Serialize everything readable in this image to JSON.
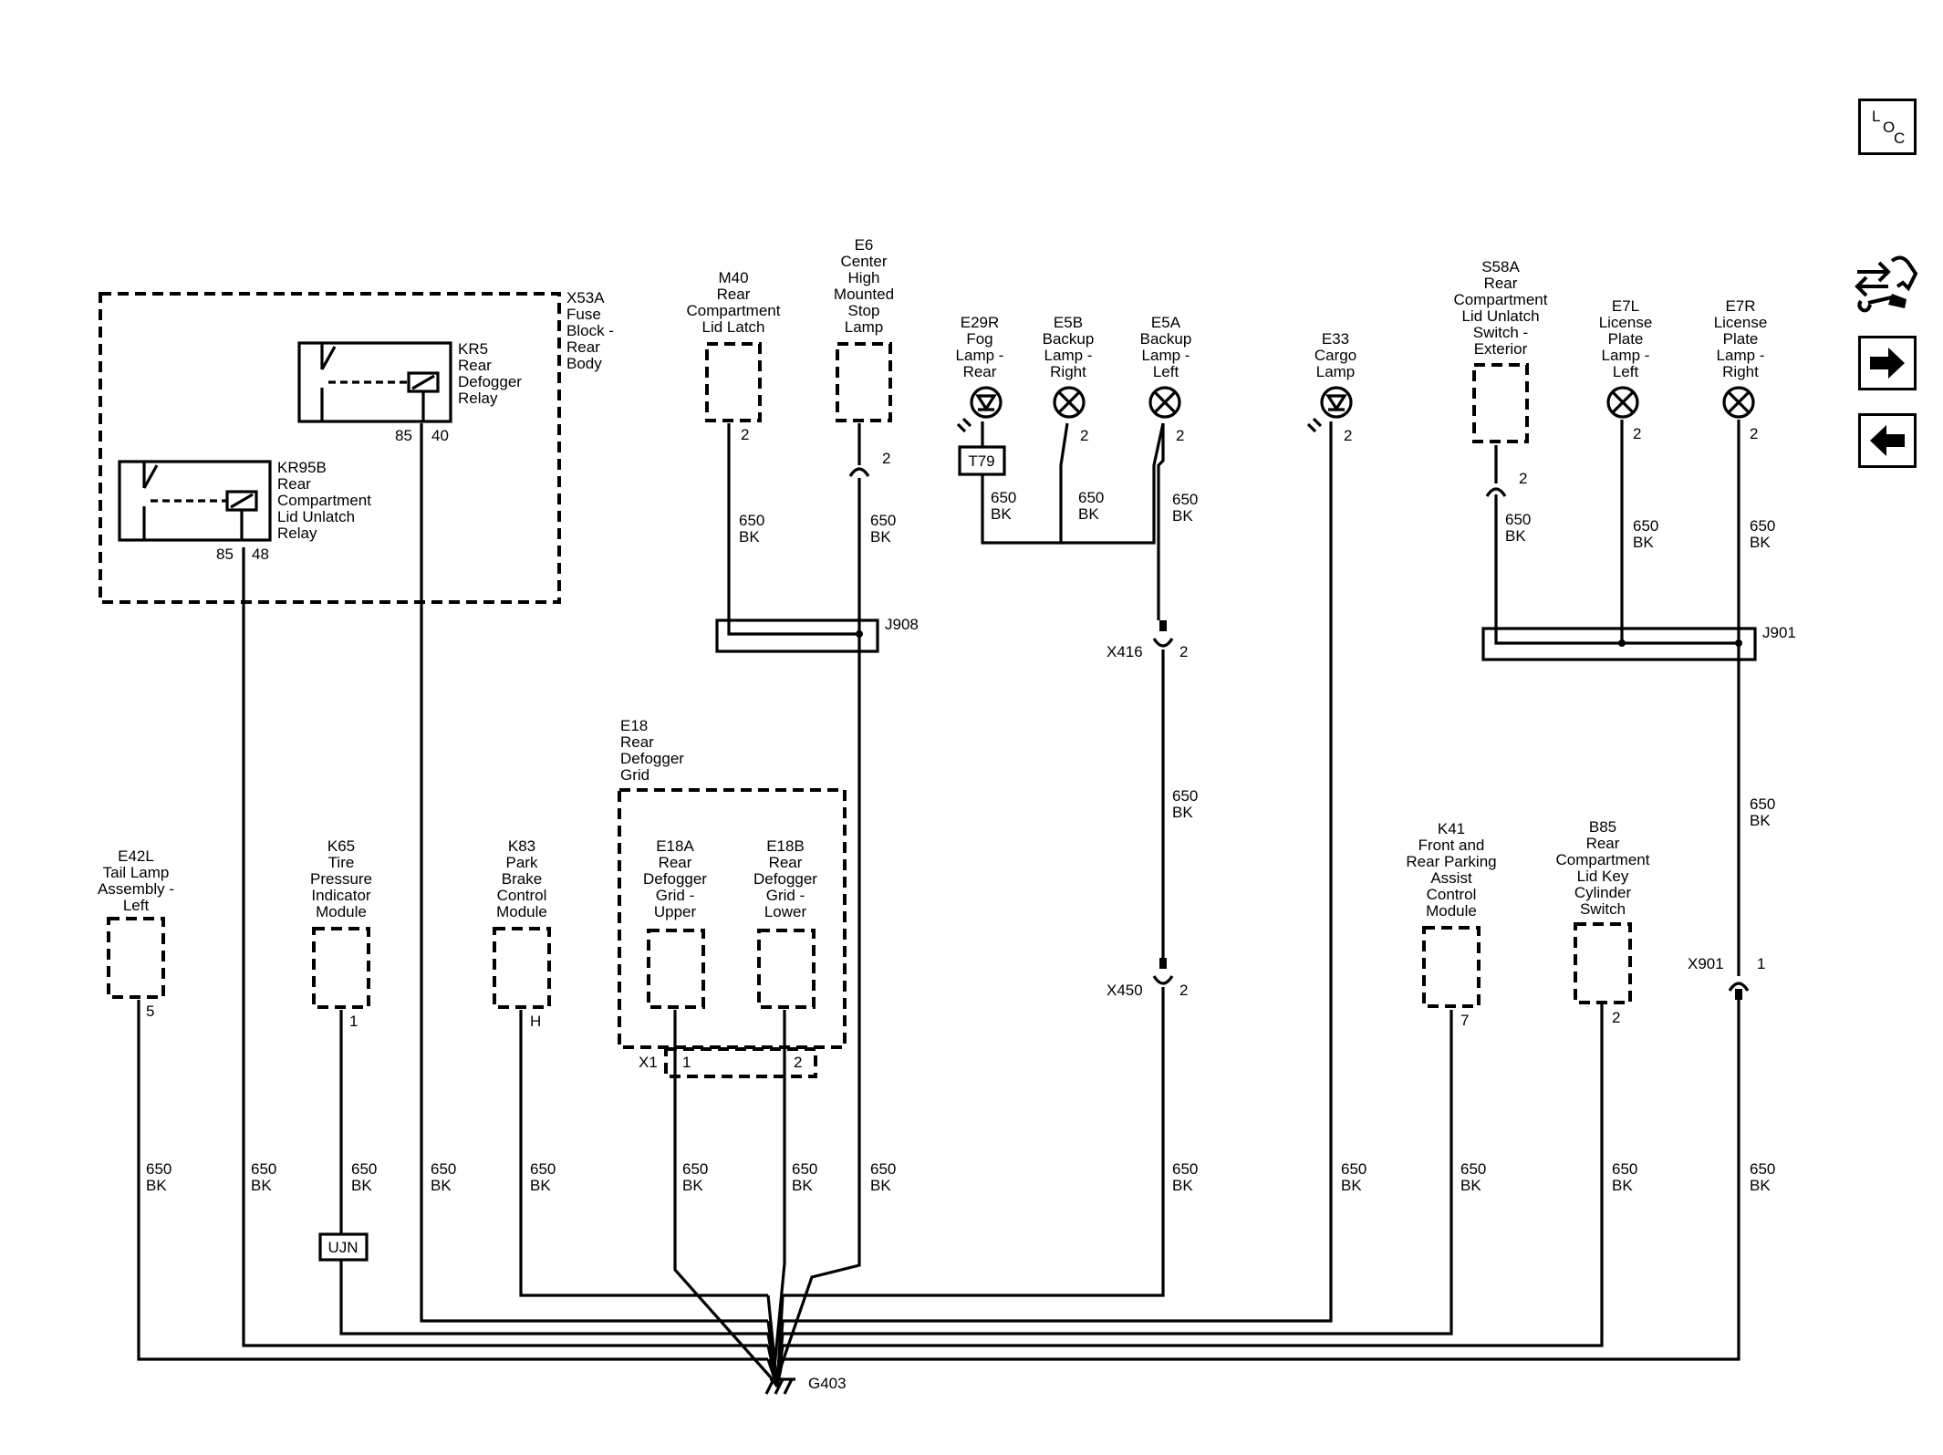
{
  "components": {
    "x53a": {
      "id": "X53A",
      "name": [
        "Fuse",
        "Block -",
        "Rear",
        "Body"
      ]
    },
    "kr5": {
      "id": "KR5",
      "name": [
        "Rear",
        "Defogger",
        "Relay"
      ],
      "pins": [
        "85",
        "40"
      ]
    },
    "kr95b": {
      "id": "KR95B",
      "name": [
        "Rear",
        "Compartment",
        "Lid Unlatch",
        "Relay"
      ],
      "pins": [
        "85",
        "48"
      ]
    },
    "m40": {
      "id": "M40",
      "name": [
        "Rear",
        "Compartment",
        "Lid Latch"
      ],
      "pin": "2"
    },
    "e6": {
      "id": "E6",
      "name": [
        "Center",
        "High",
        "Mounted",
        "Stop",
        "Lamp"
      ],
      "pin": "2"
    },
    "e29r": {
      "id": "E29R",
      "name": [
        "Fog",
        "Lamp -",
        "Rear"
      ],
      "tag": "T79"
    },
    "e5b": {
      "id": "E5B",
      "name": [
        "Backup",
        "Lamp -",
        "Right"
      ],
      "pin": "2"
    },
    "e5a": {
      "id": "E5A",
      "name": [
        "Backup",
        "Lamp -",
        "Left"
      ],
      "pin": "2"
    },
    "e33": {
      "id": "E33",
      "name": [
        "Cargo",
        "Lamp"
      ],
      "pin": "2"
    },
    "s58a": {
      "id": "S58A",
      "name": [
        "Rear",
        "Compartment",
        "Lid Unlatch",
        "Switch -",
        "Exterior"
      ],
      "pin": "2"
    },
    "e7l": {
      "id": "E7L",
      "name": [
        "License",
        "Plate",
        "Lamp -",
        "Left"
      ],
      "pin": "2"
    },
    "e7r": {
      "id": "E7R",
      "name": [
        "License",
        "Plate",
        "Lamp -",
        "Right"
      ],
      "pin": "2"
    },
    "e18": {
      "id": "E18",
      "name": [
        "Rear",
        "Defogger",
        "Grid"
      ],
      "connector": "X1",
      "pins": [
        "1",
        "2"
      ]
    },
    "e18a": {
      "id": "E18A",
      "name": [
        "Rear",
        "Defogger",
        "Grid -",
        "Upper"
      ]
    },
    "e18b": {
      "id": "E18B",
      "name": [
        "Rear",
        "Defogger",
        "Grid -",
        "Lower"
      ]
    },
    "e42l": {
      "id": "E42L",
      "name": [
        "Tail Lamp",
        "Assembly -",
        "Left"
      ],
      "pin": "5"
    },
    "k65": {
      "id": "K65",
      "name": [
        "Tire",
        "Pressure",
        "Indicator",
        "Module"
      ],
      "pin": "1",
      "tag": "UJN"
    },
    "k83": {
      "id": "K83",
      "name": [
        "Park",
        "Brake",
        "Control",
        "Module"
      ],
      "pin": "H"
    },
    "k41": {
      "id": "K41",
      "name": [
        "Front and",
        "Rear Parking",
        "Assist",
        "Control",
        "Module"
      ],
      "pin": "7"
    },
    "b85": {
      "id": "B85",
      "name": [
        "Rear",
        "Compartment",
        "Lid Key",
        "Cylinder",
        "Switch"
      ],
      "pin": "2"
    }
  },
  "splices": {
    "j908": "J908",
    "j901": "J901"
  },
  "connectors": {
    "x416": {
      "id": "X416",
      "pin": "2"
    },
    "x450": {
      "id": "X450",
      "pin": "2"
    },
    "x901": {
      "id": "X901",
      "pin": "1"
    }
  },
  "ground": "G403",
  "wire": {
    "circuit": "650",
    "color": "BK"
  },
  "nav": {
    "loc": {
      "l": "L",
      "o": "O",
      "c": "C"
    },
    "tools_icon": "tools-icon",
    "next_icon": "arrow-right-icon",
    "prev_icon": "arrow-left-icon"
  }
}
